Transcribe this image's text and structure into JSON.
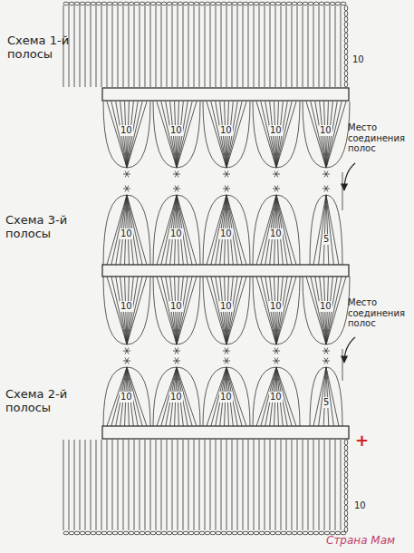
{
  "diagram": {
    "labels": [
      "Схема 1-й полосы",
      "10",
      "10",
      "10",
      "10",
      "10",
      "10",
      "Место соединения полос",
      "10",
      "10",
      "10",
      "10",
      "5",
      "Схема 3-й полосы",
      "10",
      "10",
      "10",
      "10",
      "10",
      "Место соединения полос",
      "10",
      "10",
      "10",
      "10",
      "5",
      "Схема 2-й полосы",
      "+",
      "10",
      "Страна Мам"
    ]
  }
}
